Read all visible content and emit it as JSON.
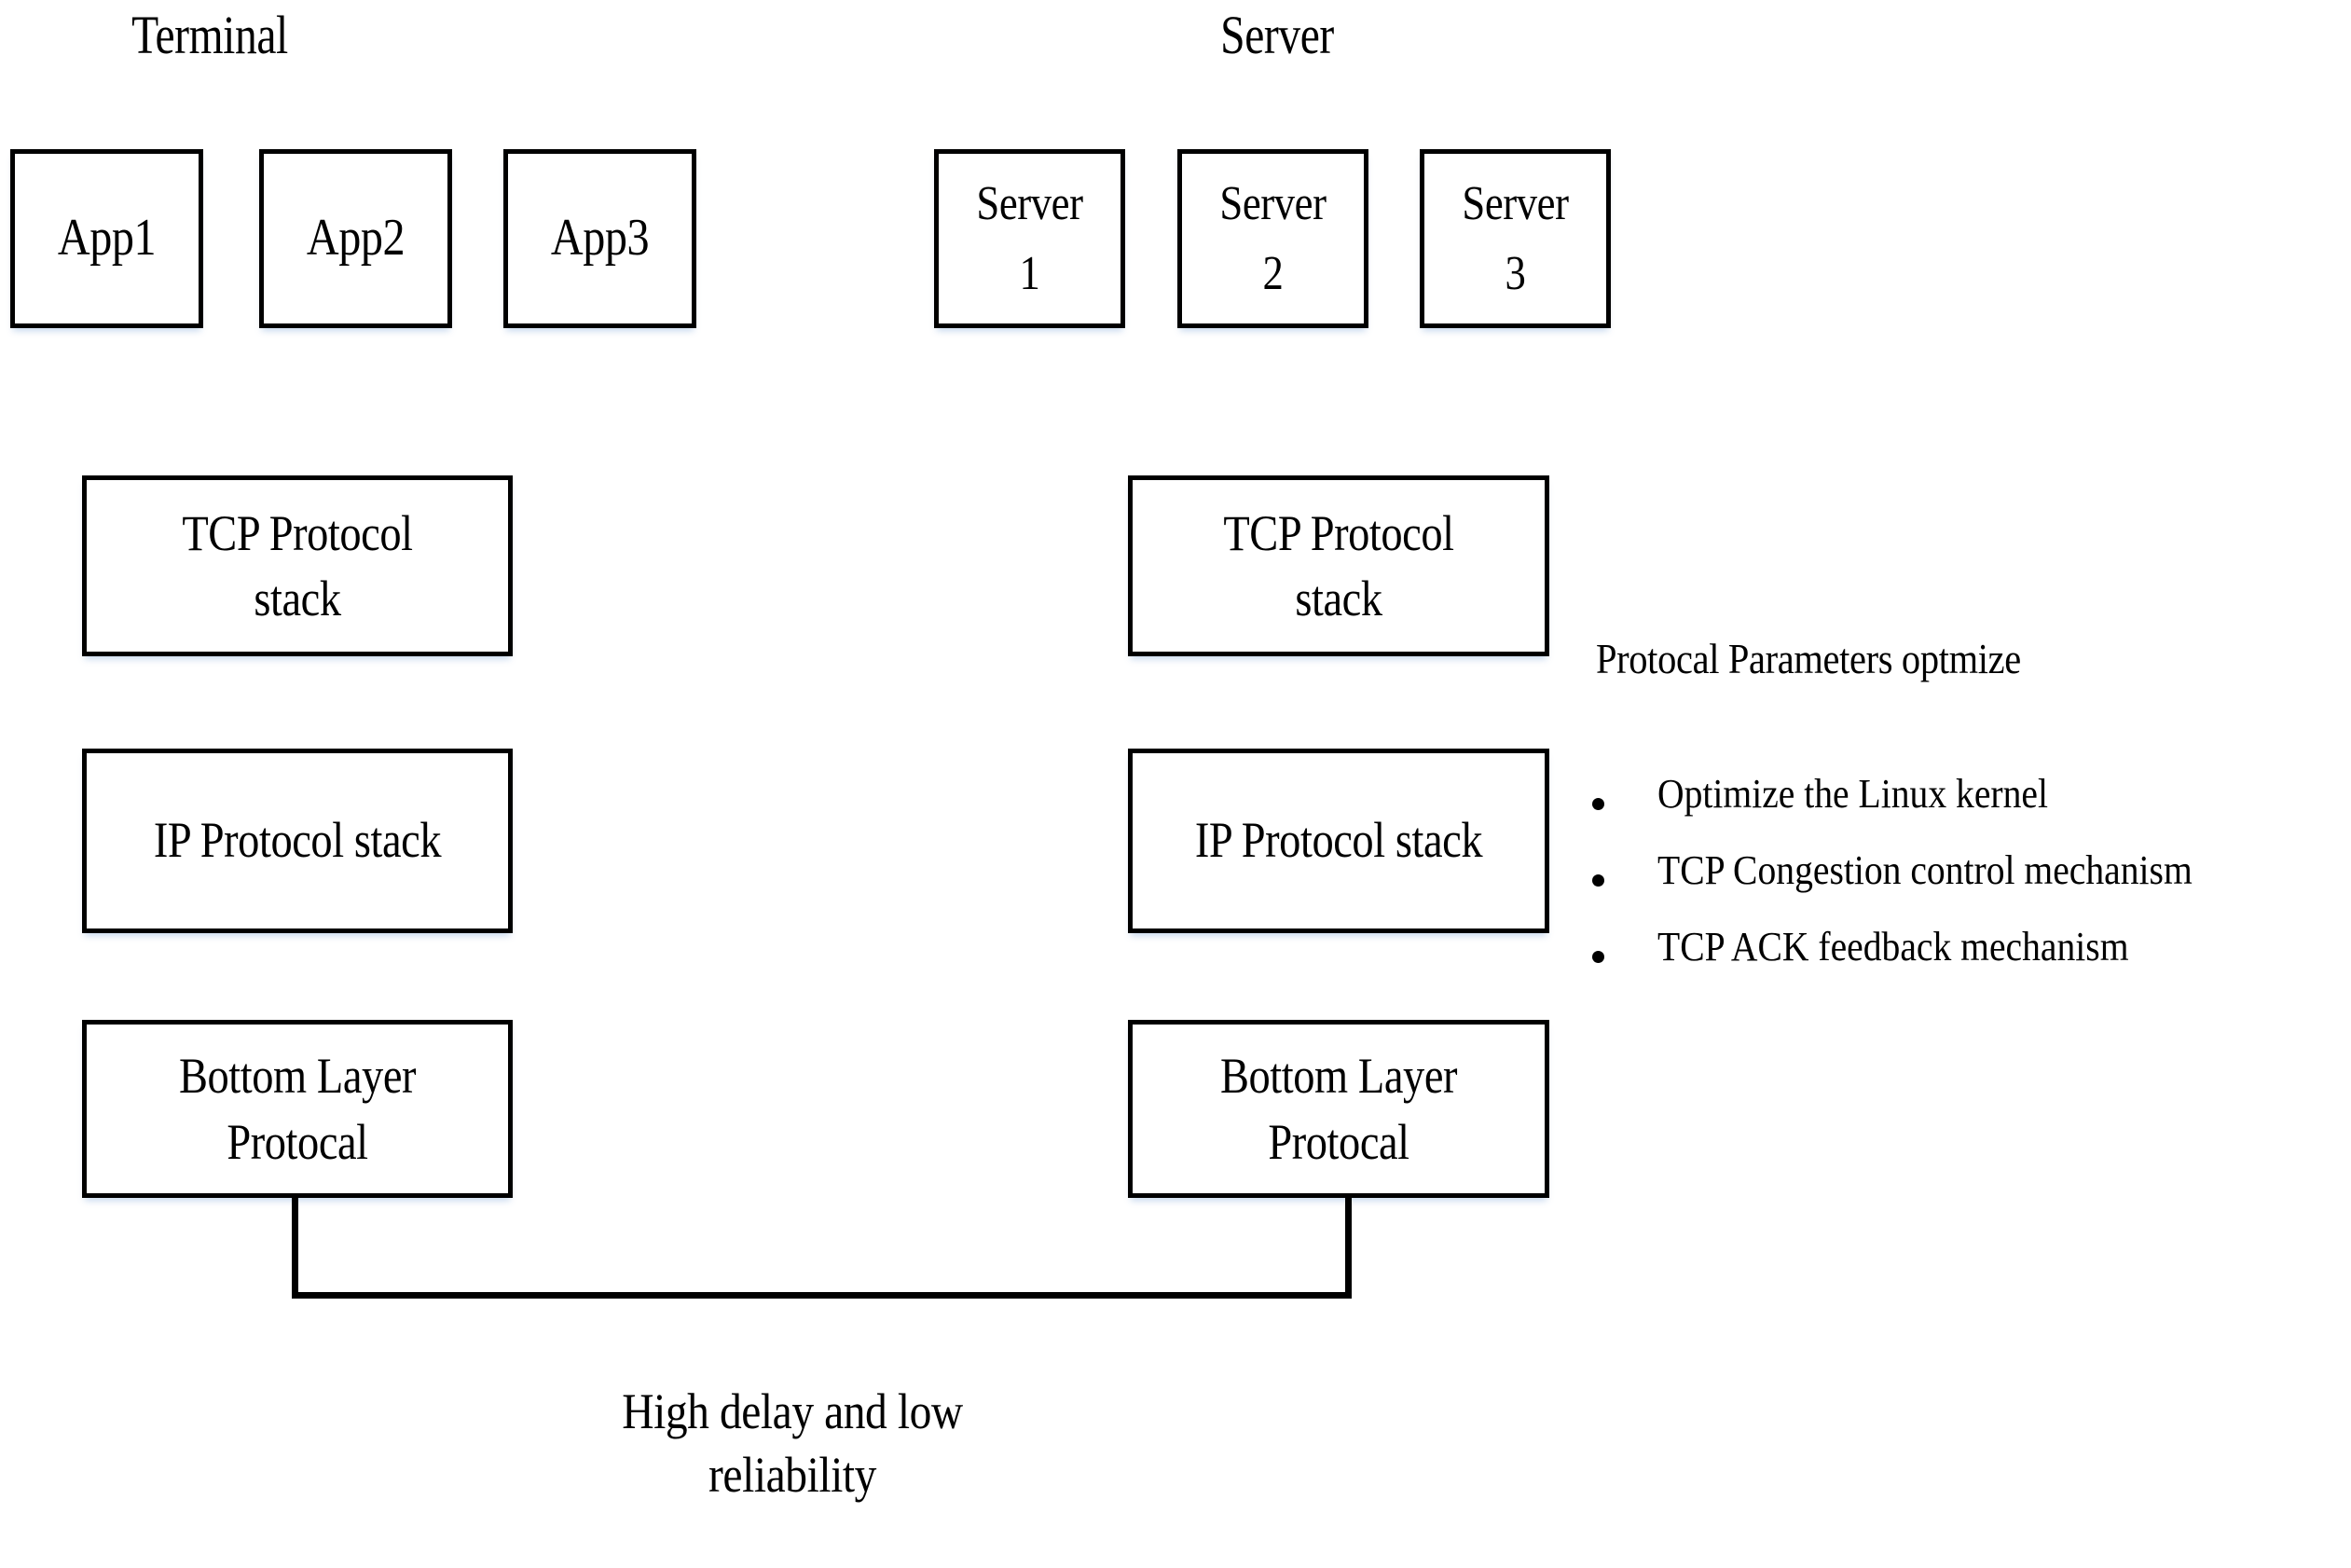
{
  "diagram": {
    "title_terminal": "Terminal",
    "title_server": "Server",
    "terminal_apps": [
      {
        "label": "App1"
      },
      {
        "label": "App2"
      },
      {
        "label": "App3"
      }
    ],
    "server_nodes": [
      {
        "line1": "Server",
        "line2": "1"
      },
      {
        "line1": "Server",
        "line2": "2"
      },
      {
        "line1": "Server",
        "line2": "3"
      }
    ],
    "terminal_stack": [
      {
        "line1": "TCP Protocol",
        "line2": "stack"
      },
      {
        "line1": "IP Protocol stack",
        "line2": ""
      },
      {
        "line1": "Bottom Layer",
        "line2": "Protocal"
      }
    ],
    "server_stack": [
      {
        "line1": "TCP Protocol",
        "line2": "stack"
      },
      {
        "line1": "IP Protocol stack",
        "line2": ""
      },
      {
        "line1": "Bottom Layer",
        "line2": "Protocal"
      }
    ],
    "annotation": {
      "title": "Protocal Parameters optmize",
      "bullets": [
        "Optimize the Linux kernel",
        "TCP Congestion control mechanism",
        "TCP ACK feedback mechanism"
      ]
    },
    "link_caption": {
      "line1": "High delay and low",
      "line2": "reliability"
    },
    "colors": {
      "stroke": "#000000",
      "background": "#ffffff",
      "text": "#000000"
    }
  }
}
